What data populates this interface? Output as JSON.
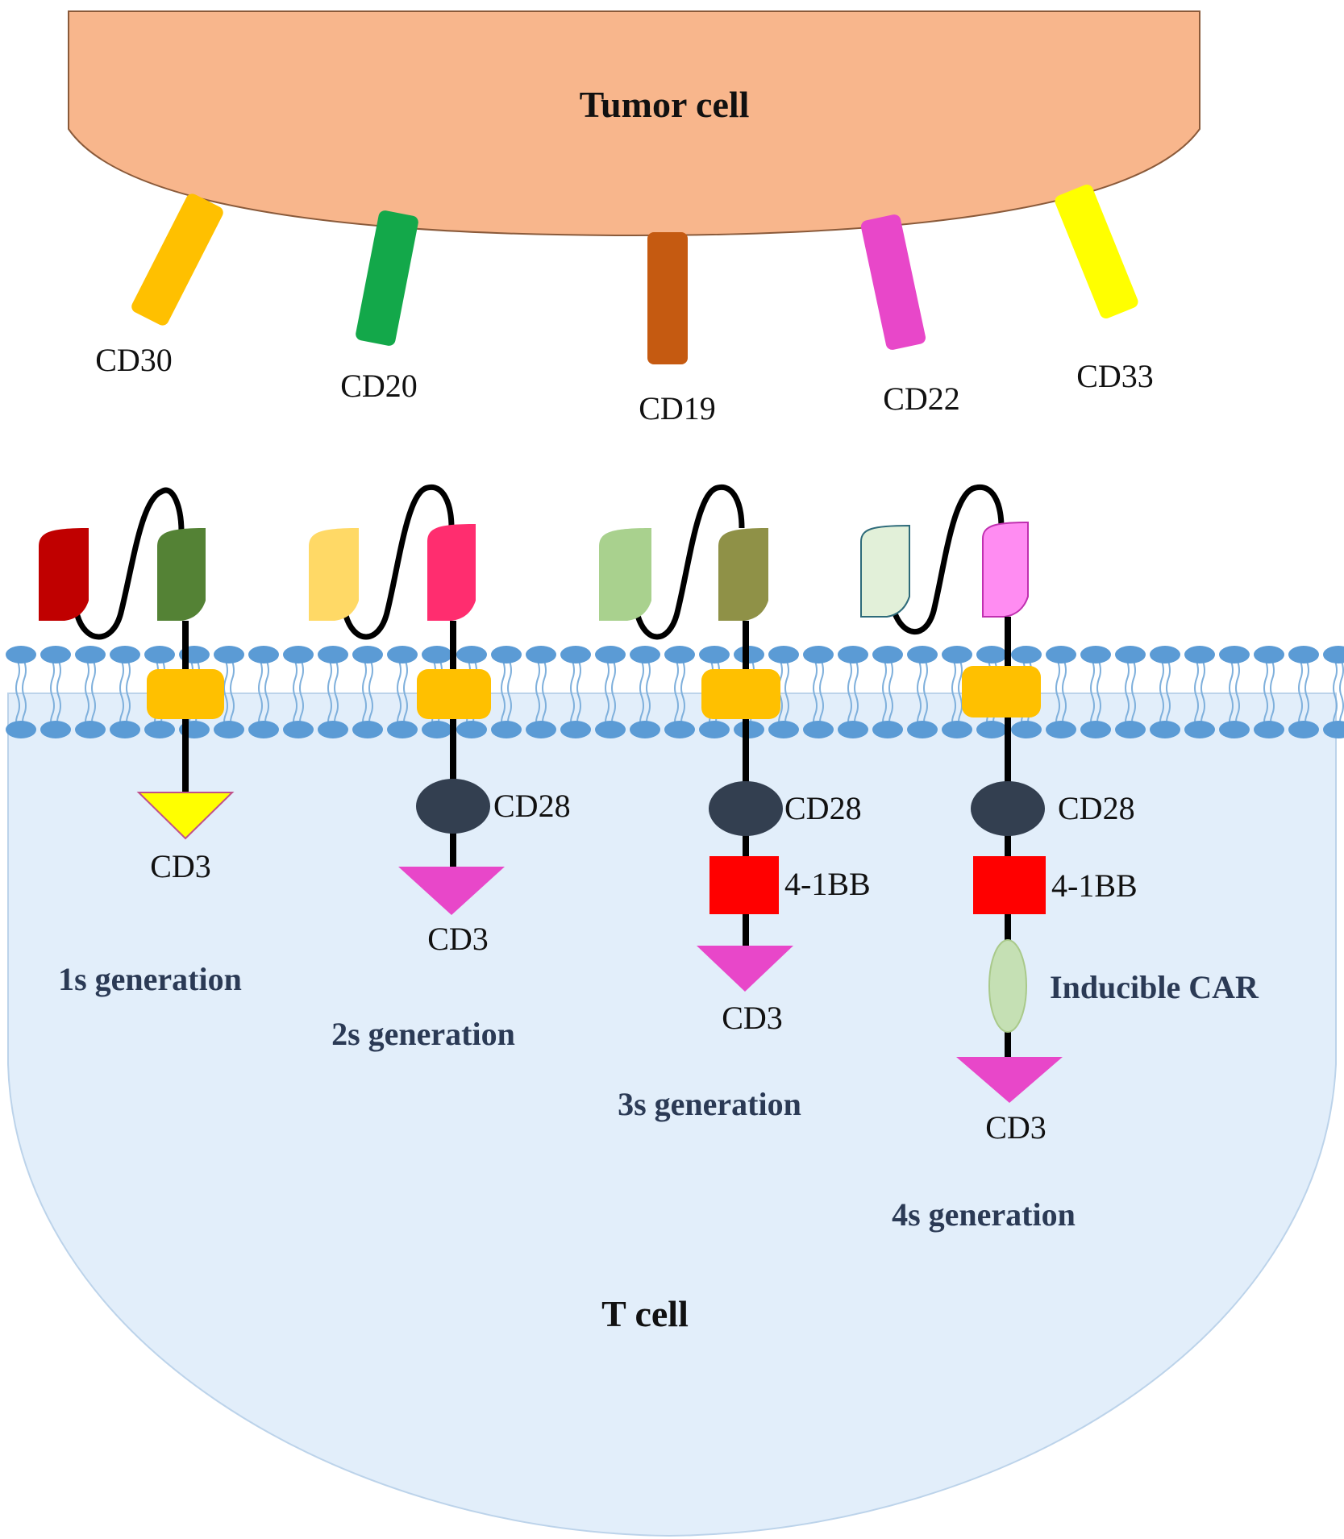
{
  "tumor_cell": {
    "label": "Tumor cell",
    "fill": "#f8b68c",
    "stroke": "#8a5a3a"
  },
  "antigens": [
    {
      "label": "CD30",
      "color": "#ffc000"
    },
    {
      "label": "CD20",
      "color": "#13a84a"
    },
    {
      "label": "CD19",
      "color": "#c55a11"
    },
    {
      "label": "CD22",
      "color": "#e847c9"
    },
    {
      "label": "CD33",
      "color": "#ffff00"
    }
  ],
  "membrane": {
    "head_color": "#5b9bd5",
    "tail_color": "#7fb0dc"
  },
  "t_cell": {
    "label": "T cell",
    "fill": "#e2eefa",
    "stroke": "#bcd3ea"
  },
  "generations": [
    {
      "label": "1s generation",
      "vl_color": "#c00000",
      "vh_color": "#548235",
      "transmembrane_color": "#ffc000",
      "domains": [],
      "cd3_label": "CD3",
      "cd3_color": "#ffff00"
    },
    {
      "label": "2s generation",
      "vl_color": "#ffd966",
      "vh_color": "#ff2d6f",
      "transmembrane_color": "#ffc000",
      "domains": [
        {
          "type": "CD28",
          "label": "CD28",
          "color": "#333f50"
        }
      ],
      "cd3_label": "CD3",
      "cd3_color": "#e847c9"
    },
    {
      "label": "3s generation",
      "vl_color": "#a9d18e",
      "vh_color": "#8f9147",
      "transmembrane_color": "#ffc000",
      "domains": [
        {
          "type": "CD28",
          "label": "CD28",
          "color": "#333f50"
        },
        {
          "type": "4-1BB",
          "label": "4-1BB",
          "color": "#ff0000"
        }
      ],
      "cd3_label": "CD3",
      "cd3_color": "#e847c9"
    },
    {
      "label": "4s generation",
      "vl_color": "#e2f0d9",
      "vh_color": "#ff8cf2",
      "transmembrane_color": "#ffc000",
      "domains": [
        {
          "type": "CD28",
          "label": "CD28",
          "color": "#333f50"
        },
        {
          "type": "4-1BB",
          "label": "4-1BB",
          "color": "#ff0000"
        },
        {
          "type": "inducible",
          "label": "Inducible CAR",
          "color": "#c5e0b4"
        }
      ],
      "cd3_label": "CD3",
      "cd3_color": "#e847c9"
    }
  ]
}
